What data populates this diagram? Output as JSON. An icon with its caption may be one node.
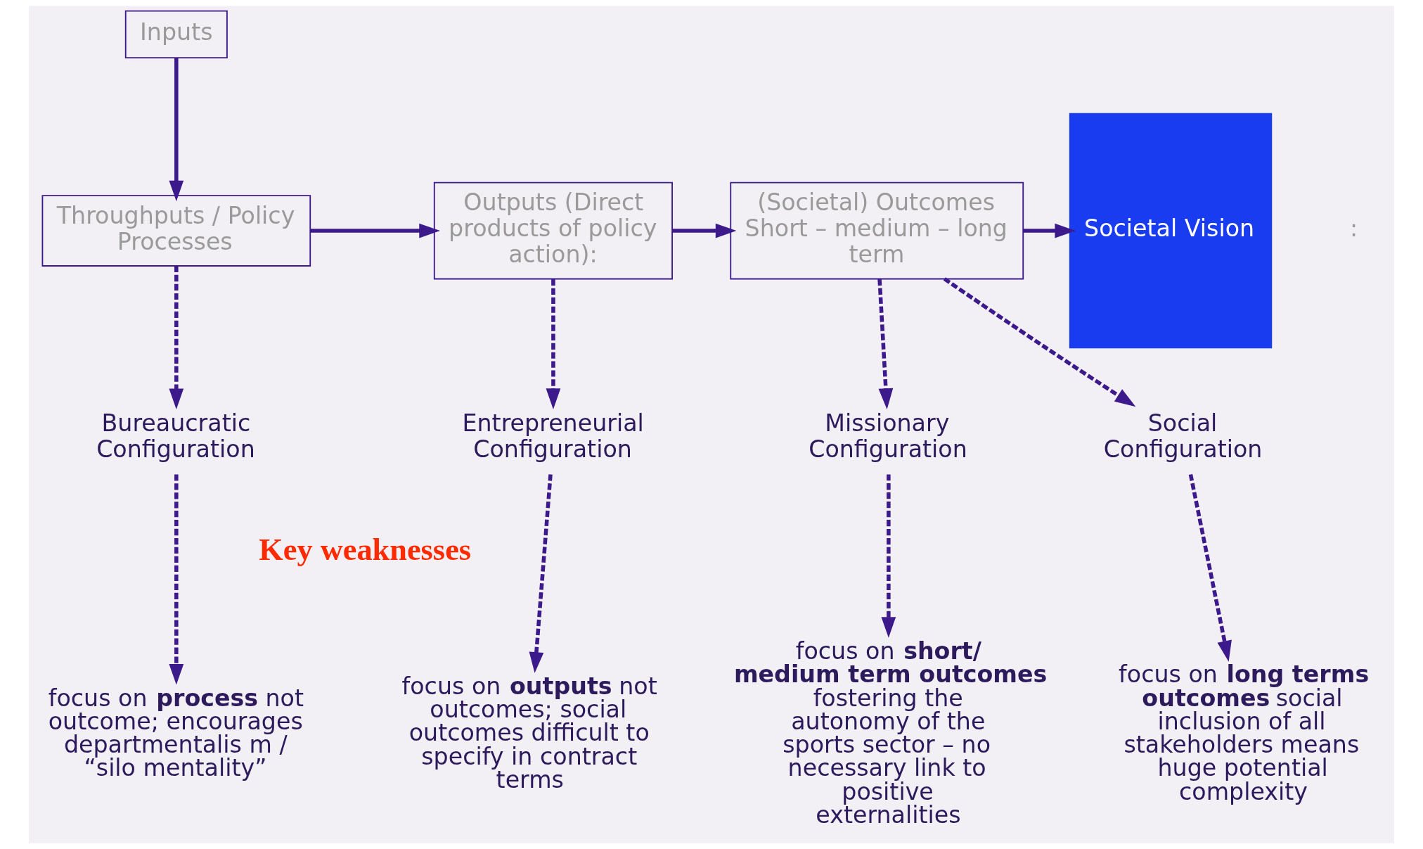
{
  "diagram": {
    "nodes": [
      {
        "text": [
          "Inputs"
        ]
      },
      {
        "text": [
          "Throughputs / Policy Processes"
        ]
      },
      {
        "text": [
          "Outputs (Direct products of policy action):"
        ]
      },
      {
        "text": [
          "(Societal) Outcomes",
          "Short – medium – long term"
        ]
      },
      {
        "text": [
          "Societal Vision"
        ]
      },
      {
        "text": [
          "Bureaucratic Configuration"
        ]
      },
      {
        "text": [
          "Entrepreneurial Configuration"
        ]
      },
      {
        "text": [
          "Missionary Configuration"
        ]
      },
      {
        "text": [
          "Social Configuration"
        ]
      },
      {
        "text": [
          "focus on **process** not outcome; encourages departmentalis m / “silo mentality”"
        ]
      },
      {
        "text": [
          "focus on **outputs** not outcomes; social outcomes difficult to specify in contract terms"
        ]
      },
      {
        "text": [
          "focus on **short/ medium term outcomes** fostering the autonomy of the sports sector – no necessary link to positive externalities"
        ]
      },
      {
        "text": [
          "focus on **long terms outcomes** social inclusion of all stakeholders means huge potential complexity"
        ]
      }
    ],
    "edges": [
      {
        "from": 0,
        "to": 1,
        "arrow": "to"
      },
      {
        "from": 1,
        "to": 2,
        "arrow": "to"
      },
      {
        "from": 2,
        "to": 3,
        "arrow": "to"
      },
      {
        "from": 3,
        "to": 4,
        "arrow": "to"
      },
      {
        "from": 1,
        "to": 5,
        "arrow": "to",
        "style": "dashed"
      },
      {
        "from": 2,
        "to": 6,
        "arrow": "to",
        "style": "dashed"
      },
      {
        "from": 3,
        "to": 7,
        "arrow": "to",
        "style": "dashed"
      },
      {
        "from": 3,
        "to": 8,
        "arrow": "to",
        "style": "dashed"
      },
      {
        "from": 5,
        "to": 9,
        "arrow": "to",
        "style": "dashed"
      },
      {
        "from": 6,
        "to": 10,
        "arrow": "to",
        "style": "dashed"
      },
      {
        "from": 7,
        "to": 11,
        "arrow": "to",
        "style": "dashed"
      },
      {
        "from": 8,
        "to": 12,
        "arrow": "to",
        "style": "dashed"
      }
    ],
    "labels": [
      ":",
      "Key weaknesses"
    ]
  }
}
